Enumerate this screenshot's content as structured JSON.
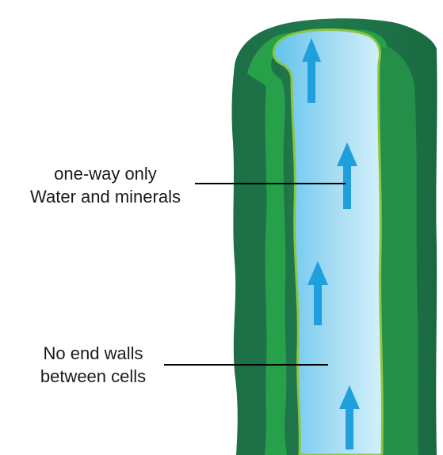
{
  "labels": {
    "top": {
      "line1": "one-way only",
      "line2": "Water and minerals"
    },
    "bottom": {
      "line1": "No end walls",
      "line2": "between cells"
    }
  },
  "colors": {
    "outer_wall_dark": "#1f7a4c",
    "outer_wall": "#239a47",
    "wall_highlight": "#7cc142",
    "lumen_light": "#c8ecf9",
    "lumen_blue": "#5fc3ef",
    "arrow": "#1fa0dc",
    "leader_line": "#000000",
    "text": "#1a1a1a"
  },
  "icons": [
    "up-arrow-icon"
  ]
}
